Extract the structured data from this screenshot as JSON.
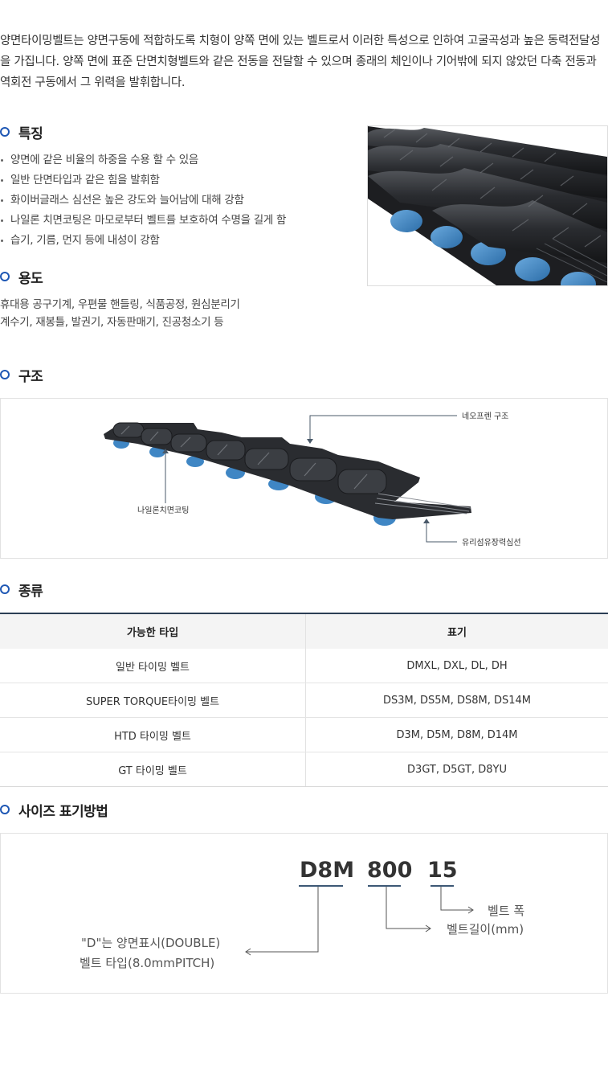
{
  "intro": "양면타이밍벨트는 양면구동에 적합하도록 치형이 양쪽 면에 있는 벨트로서 이러한 특성으로 인하여 고굴곡성과 높은 동력전달성을 가집니다. 양쪽 면에 표준 단면치형벨트와 같은 전동을 전달할 수 있으며 종래의 체인이나 기어밖에 되지 않았던 다축 전동과 역회전 구동에서 그 위력을 발휘합니다.",
  "features": {
    "title": "특징",
    "items": [
      "양면에 같은 비율의 하중을 수용 할 수 있음",
      "일반 단면타입과 같은 힘을 발휘함",
      "화이버글래스 심선은 높은 강도와 늘어남에 대해 강함",
      "나일론 치면코팅은 마모로부터 벨트를 보호하여 수명을 길게 함",
      "습기, 기름, 먼지 등에 내성이 강함"
    ]
  },
  "usage": {
    "title": "용도",
    "lines": [
      "휴대용 공구기계, 우편물 핸들링, 식품공정, 원심분리기",
      "계수기, 재봉틀, 발권기, 자동판매기, 진공청소기 등"
    ]
  },
  "structure": {
    "title": "구조",
    "label_neoprene": "네오프렌 구조",
    "label_nylon": "나일론치면코팅",
    "label_glass": "유리섬유장력심선"
  },
  "types": {
    "title": "종류",
    "headers": [
      "가능한 타입",
      "표기"
    ],
    "rows": [
      [
        "일반 타이밍 벨트",
        "DMXL, DXL, DL, DH"
      ],
      [
        "SUPER TORQUE타이밍 벨트",
        "DS3M, DS5M, DS8M, DS14M"
      ],
      [
        "HTD 타이밍 벨트",
        "D3M, D5M, D8M, D14M"
      ],
      [
        "GT 타이밍 벨트",
        "D3GT, D5GT, D8YU"
      ]
    ]
  },
  "size": {
    "title": "사이즈 표기방법",
    "code_type": "D8M",
    "code_length": "800",
    "code_width": "15",
    "label_width": "벨트 폭",
    "label_length": "벨트길이(mm)",
    "label_type_line1": "\"D\"는 양면표시(DOUBLE)",
    "label_type_line2": "벨트 타입(8.0mmPITCH)"
  },
  "colors": {
    "accent": "#1e57b4",
    "table_border": "#2b3e55",
    "belt_dark": "#2a2c30",
    "belt_blue": "#3f86c4"
  }
}
